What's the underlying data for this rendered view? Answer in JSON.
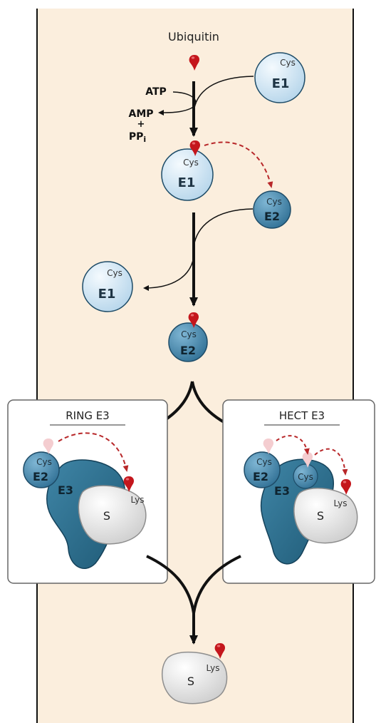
{
  "title": "Ubiquitin",
  "atp": "ATP",
  "amp": "AMP",
  "plus": "+",
  "ppi": "PP",
  "ppi_sub": "i",
  "cys": "Cys",
  "lys": "Lys",
  "e1": "E1",
  "e2": "E2",
  "e3": "E3",
  "s": "S",
  "ring_e3": "RING E3",
  "hect_e3": "HECT E3",
  "colors": {
    "background": "#FBEEDD",
    "e1_fill": "#D7EAF7",
    "e2_fill": "#3E7FA3",
    "e3_fill": "#2C6F8E",
    "ubiquitin": "#C4161C",
    "ubiquitin_faded": "#F2C9CB",
    "substrate": "#E3E3E3",
    "arrow": "#111111",
    "transfer_arrow": "#B8282A"
  }
}
